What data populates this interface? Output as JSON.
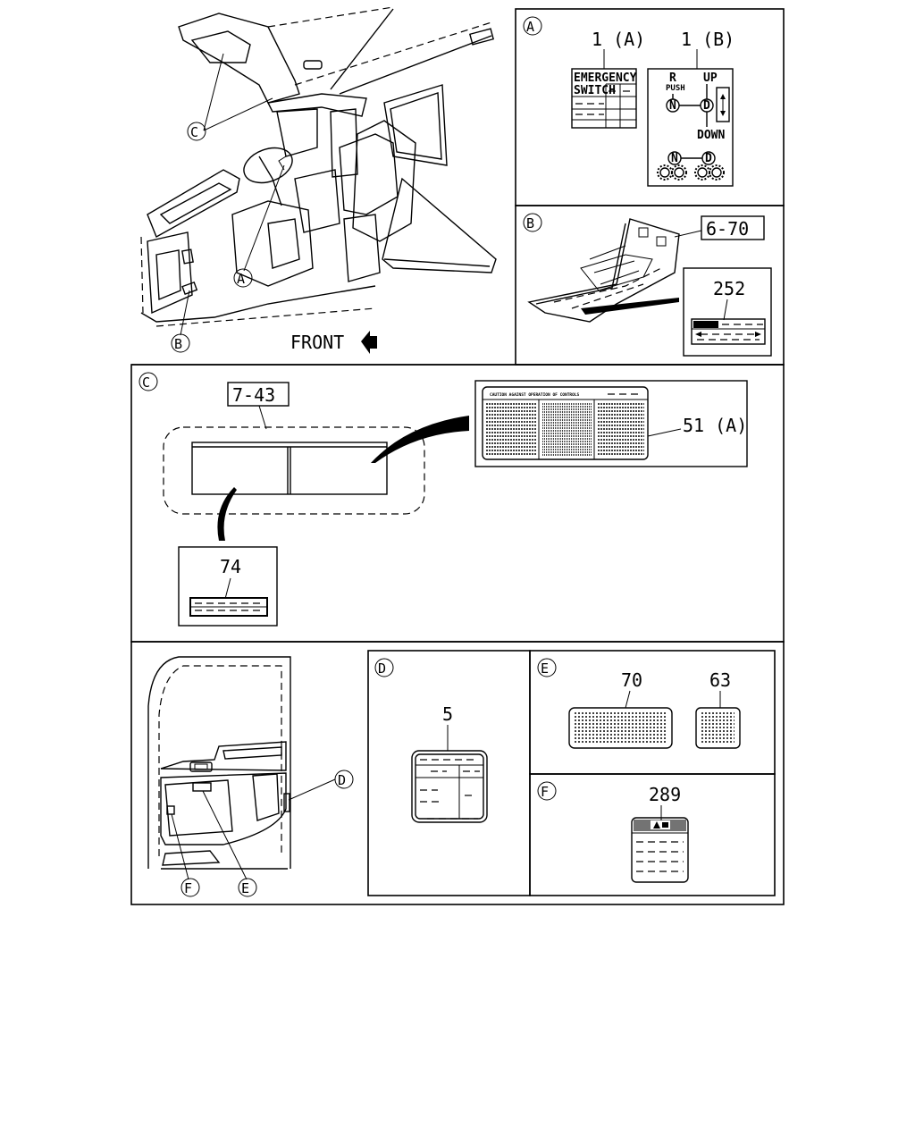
{
  "callouts": {
    "a": "A",
    "b": "B",
    "c": "C",
    "d": "D",
    "e": "E",
    "f": "F"
  },
  "overview": {
    "front_label": "FRONT"
  },
  "panel_a": {
    "part_1a": "1 (A)",
    "part_1b": "1 (B)",
    "label_1a_line1": "EMERGENCY",
    "label_1a_line2": "SWITCH",
    "label_1b_r": "R",
    "label_1b_push": "PUSH",
    "label_1b_n": "N",
    "label_1b_d": "D",
    "label_1b_up": "UP",
    "label_1b_down": "DOWN"
  },
  "panel_b": {
    "ref": "6-70",
    "part": "252"
  },
  "panel_c": {
    "ref": "7-43",
    "part_74": "74",
    "part_51a": "51 (A)",
    "label_51a_heading": "CAUTION AGAINST OPERATION OF CONTROLS"
  },
  "panel_d": {
    "part": "5"
  },
  "panel_e": {
    "part_70": "70",
    "part_63": "63"
  },
  "panel_f": {
    "part": "289"
  }
}
